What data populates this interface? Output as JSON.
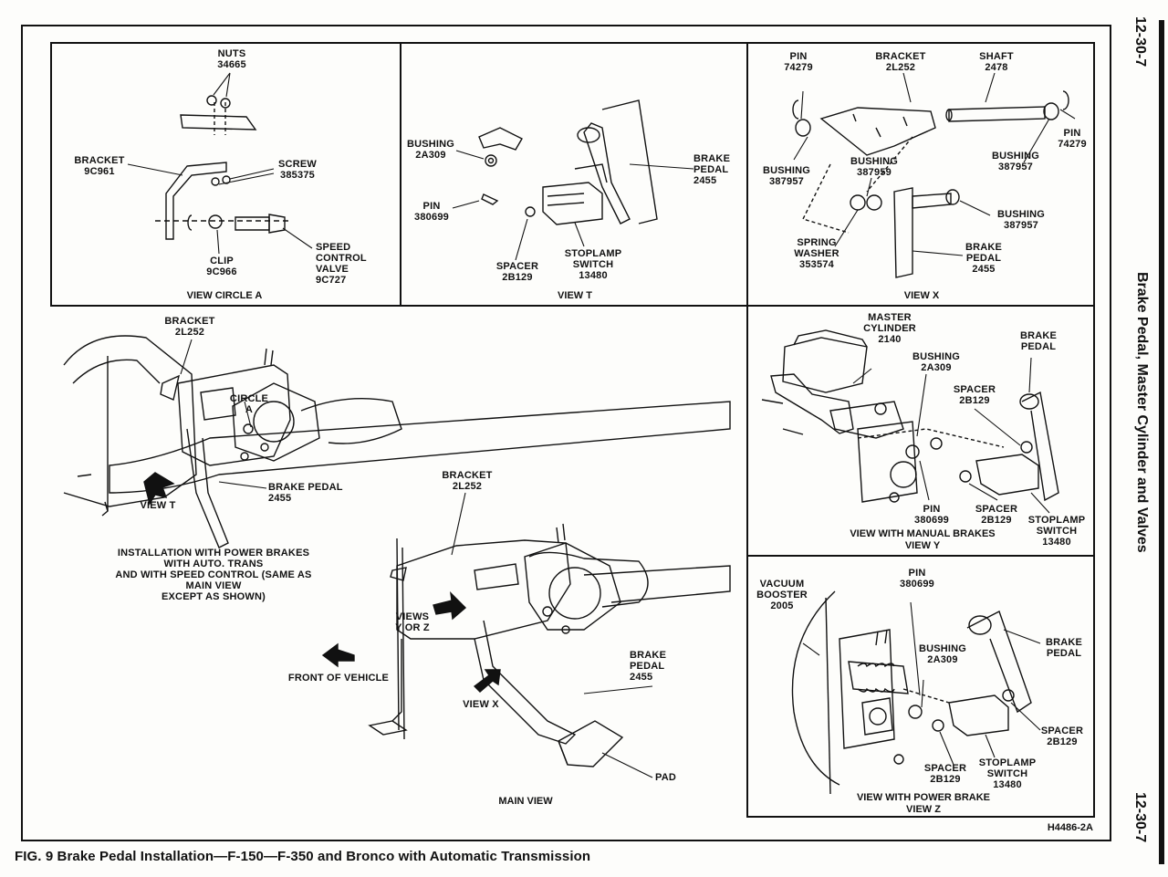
{
  "page": {
    "number_top": "12-30-7",
    "number_bottom": "12-30-7",
    "section_title": "Brake Pedal, Master Cylinder and Valves",
    "figure_caption": "FIG. 9  Brake Pedal Installation—F-150—F-350 and Bronco with Automatic Transmission",
    "reference_code": "H4486-2A"
  },
  "view_circle_a": {
    "title": "VIEW CIRCLE A",
    "labels": {
      "nuts": "NUTS\n34665",
      "bracket": "BRACKET\n9C961",
      "screw": "SCREW\n385375",
      "clip": "CLIP\n9C966",
      "valve": "SPEED\nCONTROL\nVALVE\n9C727"
    }
  },
  "view_t": {
    "title": "VIEW T",
    "labels": {
      "bushing": "BUSHING\n2A309",
      "pin": "PIN\n380699",
      "spacer": "SPACER\n2B129",
      "switch": "STOPLAMP\nSWITCH\n13480",
      "pedal": "BRAKE\nPEDAL\n2455"
    }
  },
  "view_x": {
    "title": "VIEW X",
    "labels": {
      "pin_left": "PIN\n74279",
      "bracket": "BRACKET\n2L252",
      "shaft": "SHAFT\n2478",
      "pin_right": "PIN\n74279",
      "bushing_left": "BUSHING\n387957",
      "bushing_mid": "BUSHING\n387959",
      "bushing_right_top": "BUSHING\n387957",
      "bushing_right_bottom": "BUSHING\n387957",
      "spring_washer": "SPRING\nWASHER\n353574",
      "pedal": "BRAKE\nPEDAL\n2455"
    }
  },
  "main": {
    "title": "MAIN VIEW",
    "labels": {
      "bracket_top": "BRACKET\n2L252",
      "circle_a": "CIRCLE\nA",
      "brake_pedal_top": "BRAKE PEDAL\n2455",
      "view_t": "VIEW T",
      "bracket_main": "BRACKET\n2L252",
      "installation_note": "INSTALLATION WITH POWER BRAKES\nWITH AUTO. TRANS\nAND WITH SPEED CONTROL (SAME AS\nMAIN VIEW\nEXCEPT AS SHOWN)",
      "views_yz": "VIEWS\nY OR Z",
      "front_of_vehicle": "FRONT OF VEHICLE",
      "view_x": "VIEW X",
      "brake_pedal_main": "BRAKE\nPEDAL\n2455",
      "pad": "PAD"
    }
  },
  "view_y": {
    "title": "VIEW WITH MANUAL BRAKES\nVIEW Y",
    "labels": {
      "master_cylinder": "MASTER\nCYLINDER\n2140",
      "bushing": "BUSHING\n2A309",
      "brake_pedal": "BRAKE\nPEDAL",
      "spacer_top": "SPACER\n2B129",
      "pin": "PIN\n380699",
      "spacer_bottom": "SPACER\n2B129",
      "switch": "STOPLAMP\nSWITCH\n13480"
    }
  },
  "view_z": {
    "title": "VIEW WITH POWER BRAKE\nVIEW Z",
    "labels": {
      "vacuum_booster": "VACUUM\nBOOSTER\n2005",
      "pin": "PIN\n380699",
      "bushing": "BUSHING\n2A309",
      "brake_pedal": "BRAKE\nPEDAL",
      "spacer_right": "SPACER\n2B129",
      "spacer_bottom": "SPACER\n2B129",
      "switch": "STOPLAMP\nSWITCH\n13480"
    }
  }
}
